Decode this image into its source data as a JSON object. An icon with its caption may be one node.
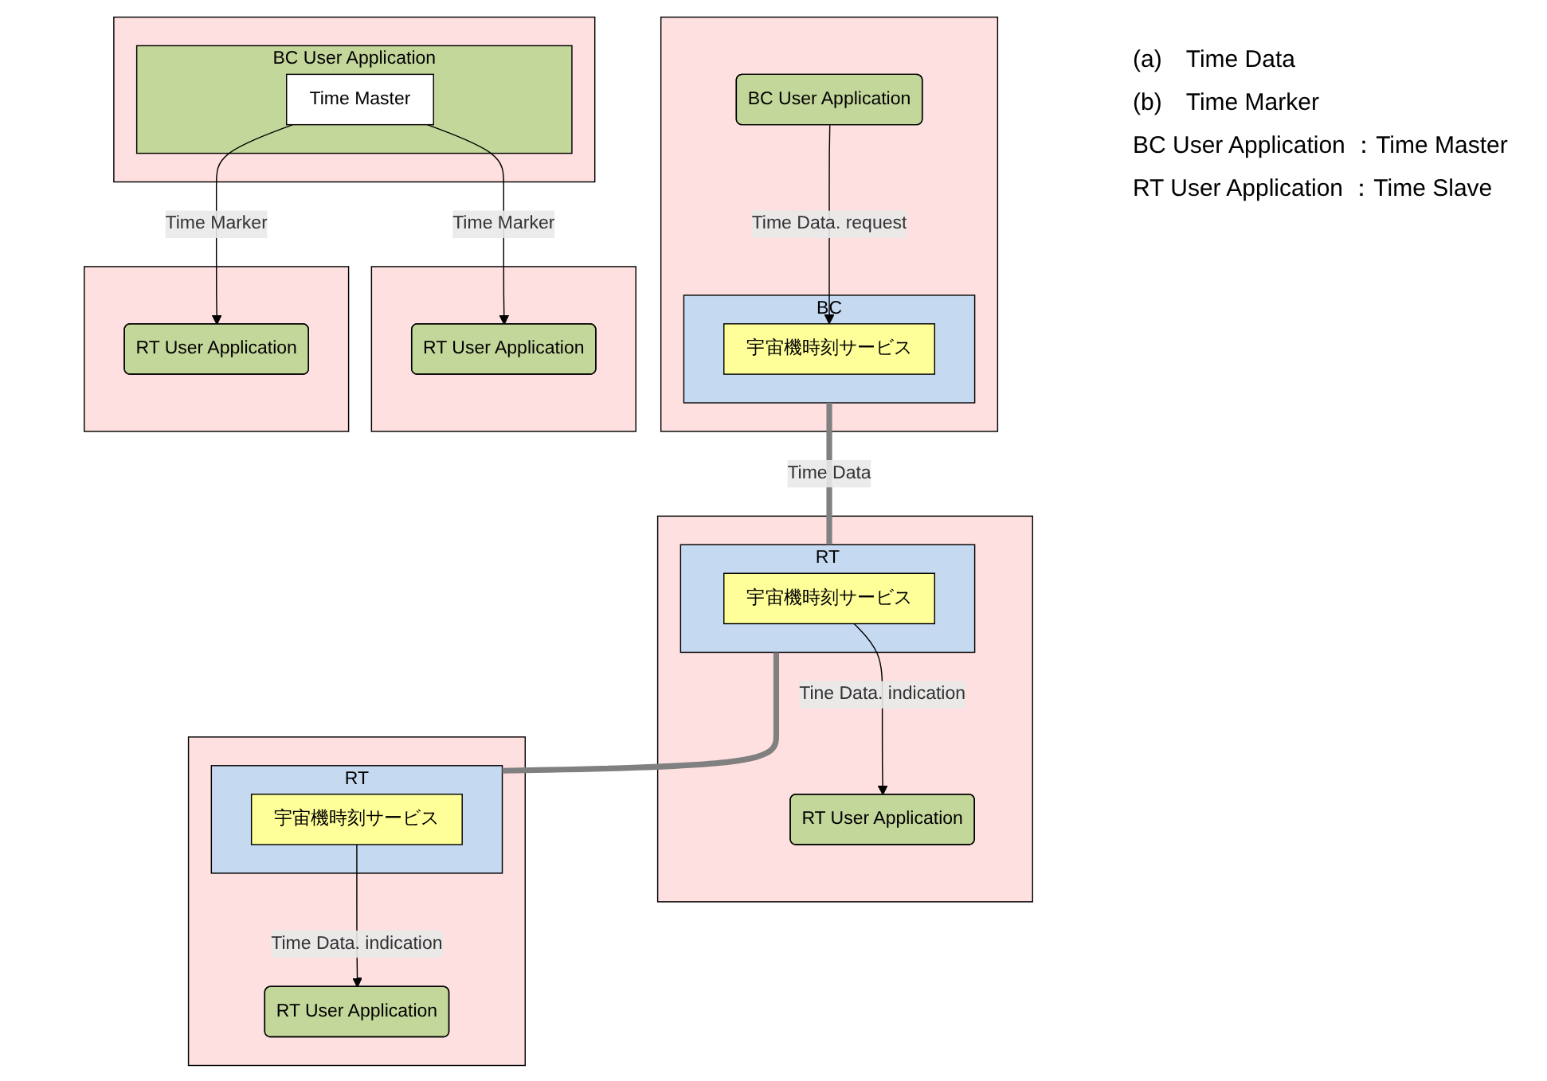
{
  "diagram": {
    "nodes": [
      {
        "text": [],
        "shape": "box"
      },
      {
        "text": [
          "BC User Application"
        ],
        "in": 0
      },
      {
        "text": [
          "BC"
        ],
        "in": 0
      },
      {
        "text": [
          "宇宙機時刻サービス"
        ],
        "in": 2
      },
      {
        "text": [],
        "shape": "box"
      },
      {
        "text": [
          "RT User Application"
        ],
        "in": 4
      },
      {
        "text": [
          "RT"
        ],
        "in": 4
      },
      {
        "text": [
          "宇宙機時刻サービス"
        ],
        "in": 6
      },
      {
        "text": [],
        "shape": "box"
      },
      {
        "text": [
          "RT User Application"
        ],
        "in": 8
      },
      {
        "text": [
          "RT"
        ],
        "in": 8
      },
      {
        "text": [
          "宇宙機時刻サービス"
        ],
        "in": 10
      },
      {
        "text": [],
        "shape": "box"
      },
      {
        "text": [
          "BC User Application"
        ],
        "in": 12
      },
      {
        "text": [
          "Time Master"
        ],
        "in": 13
      },
      {
        "text": [],
        "shape": "box"
      },
      {
        "text": [
          "RT User Application"
        ],
        "in": 15
      },
      {
        "text": [],
        "shape": "box"
      },
      {
        "text": [
          "RT User Application"
        ],
        "in": 17
      }
    ],
    "edges": [
      {
        "from": 1,
        "to": 3,
        "arrow": "to",
        "label": "Time Data. request"
      },
      {
        "from": 7,
        "to": 5,
        "arrow": "to",
        "label": "Tine Data. indication"
      },
      {
        "from": 11,
        "to": 9,
        "arrow": "to",
        "label": "Time Data. indication"
      },
      {
        "from": 2,
        "to": 6,
        "arrow": "none",
        "label": "Time Data",
        "style": "thick",
        "color": "#808080"
      },
      {
        "from": 6,
        "to": 10,
        "arrow": "none",
        "style": "thick",
        "color": "#808080"
      },
      {
        "from": 14,
        "to": 16,
        "arrow": "to",
        "label": "Time Marker"
      },
      {
        "from": 14,
        "to": 18,
        "arrow": "to",
        "label": "Time Marker"
      }
    ],
    "labels": [
      "(a)　Time Data",
      "(b)　Time Marker",
      "BC User Application ：Time Master",
      "RT User Application ：Time Slave"
    ]
  }
}
